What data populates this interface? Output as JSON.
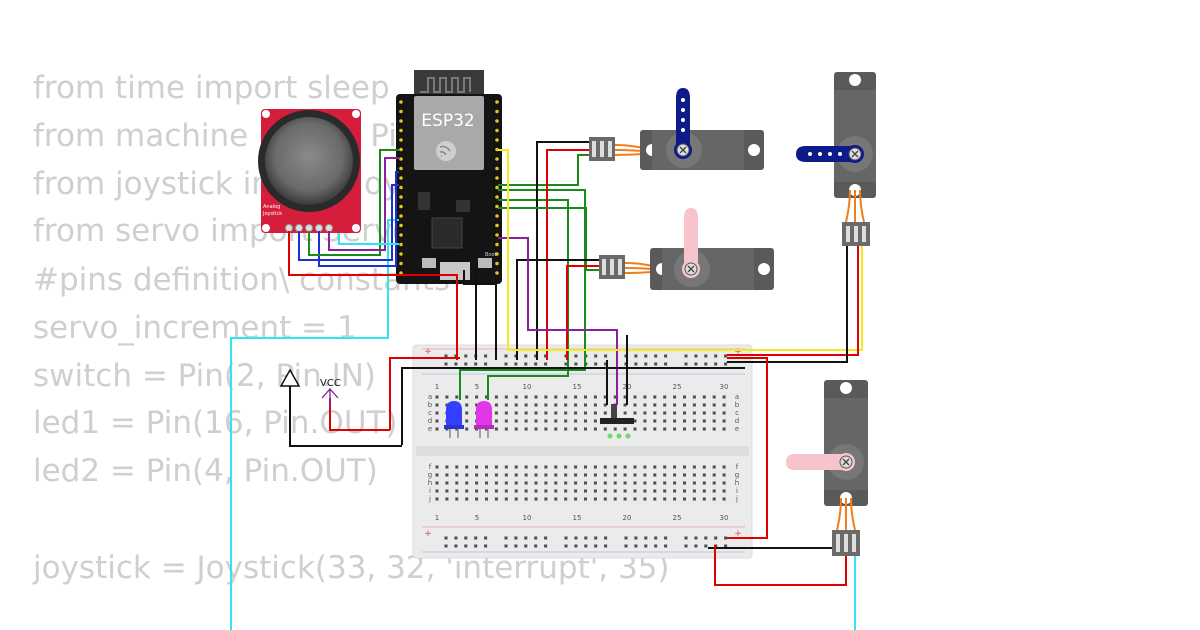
{
  "code": {
    "lines": [
      "from time import sleep",
      "from machine import Pin",
      "from joystick import Joystick",
      "from servo import Servo",
      "#pins definition\\ constants",
      "servo_increment = 1",
      "switch = Pin(2, Pin.IN)",
      "led1 = Pin(16, Pin.OUT)",
      "led2 = Pin(4, Pin.OUT)",
      "",
      "joystick = Joystick(33, 32, 'interrupt', 35)"
    ]
  },
  "esp32": {
    "label": "ESP32",
    "boot_label": "Boot"
  },
  "joystick_module": {
    "line1": "Analog",
    "line2": "Joystick"
  },
  "power_symbol": {
    "label": "VCC"
  },
  "breadboard": {
    "column_numbers": [
      "1",
      "5",
      "10",
      "15",
      "20",
      "25",
      "30"
    ],
    "row_letters_top": [
      "a",
      "b",
      "c",
      "d",
      "e"
    ],
    "row_letters_bottom": [
      "f",
      "g",
      "h",
      "i",
      "j"
    ],
    "rail_plus": "+",
    "rail_minus": "−"
  },
  "colors": {
    "wire_red": "#e00000",
    "wire_black": "#111111",
    "wire_green": "#1a8a1a",
    "wire_blue": "#1f2fd8",
    "wire_yellow": "#f5ea1e",
    "wire_purple": "#8b1f9e",
    "wire_cyan": "#2ee6f0",
    "servo_body": "#5a5a5a",
    "servo_horn_navy": "#0c1a8a",
    "servo_horn_pink": "#f7c4cc",
    "led_blue": "#3340ff",
    "led_magenta": "#e237e8"
  }
}
